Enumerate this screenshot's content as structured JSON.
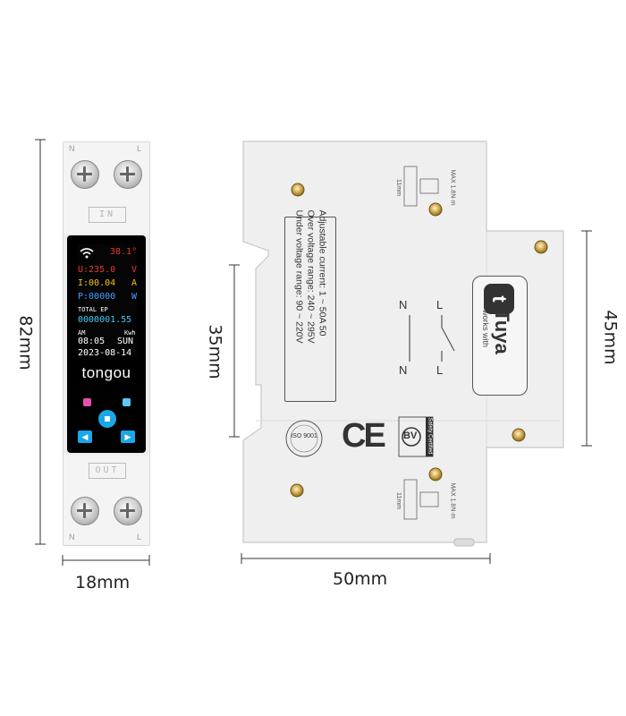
{
  "dimensions": {
    "height_front": "82mm",
    "width_front": "18mm",
    "height_side_left": "35mm",
    "height_side_right": "45mm",
    "width_side": "50mm"
  },
  "front": {
    "terminal_top_left": "N",
    "terminal_top_right": "L",
    "terminal_bottom_left": "N",
    "terminal_bottom_right": "L",
    "in_label": "IN",
    "out_label": "OUT",
    "brand": "tongou",
    "display": {
      "temp": "38.1°",
      "voltage": "U:235.0",
      "voltage_unit": "V",
      "current": "I:00.04",
      "current_unit": "A",
      "power": "P:00000",
      "power_unit": "W",
      "total_label": "TOTAL EP",
      "energy": "0000001.55",
      "am": "AM",
      "energy_unit": "Kwh",
      "time": "08:05",
      "day": "SUN",
      "date": "2023-08-14"
    }
  },
  "side": {
    "spec_lines": [
      "Adjustable current: 1 ~ 50A 50",
      "Over voltage range: 240 ~ 295V",
      "Under voltage range: 90 ~ 220V"
    ],
    "n_top": "N",
    "n_bottom": "N",
    "l_top": "L",
    "l_bottom": "L",
    "max_torque": "MAX 1.8N·m",
    "strip_length": "11mm",
    "tuya_small": "works with",
    "tuya_big": "Tuya",
    "ce": "CE",
    "iso": "ISO 9001",
    "bv": "BV",
    "bv_caption": "Safety Certified"
  },
  "colors": {
    "voltage": "#e8382f",
    "current": "#f2c21b",
    "power": "#3fa0ff",
    "energy": "#3ec9f2",
    "white": "#ffffff",
    "accent": "#1aa7e6"
  }
}
